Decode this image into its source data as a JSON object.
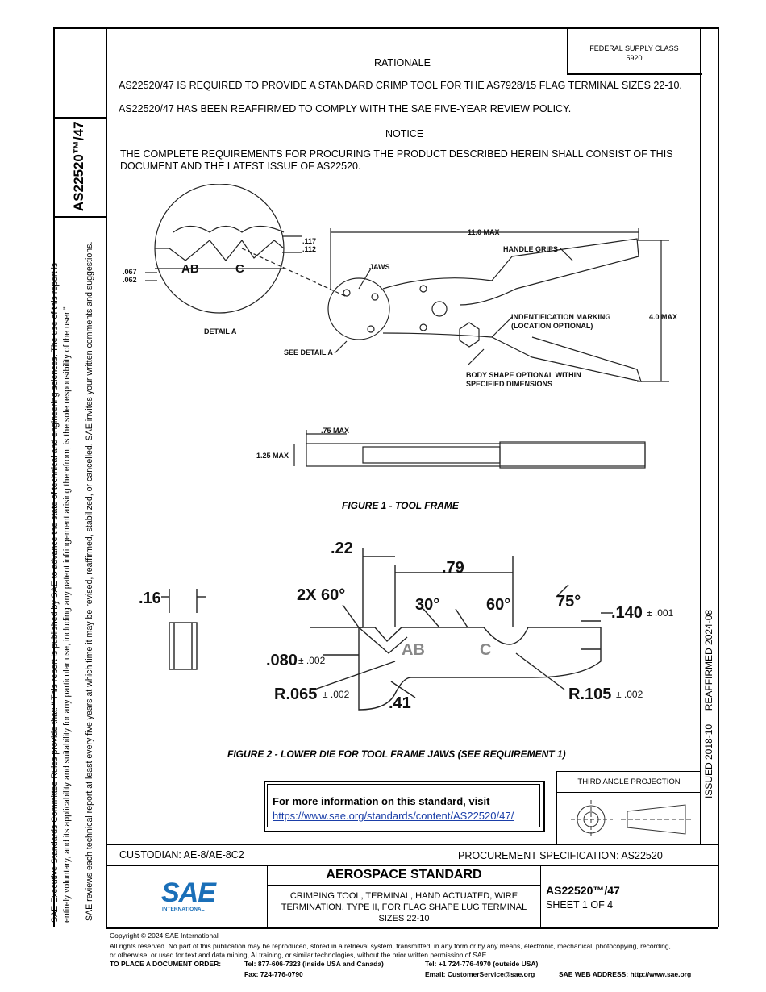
{
  "header": {
    "supply_class_label": "FEDERAL SUPPLY CLASS",
    "supply_class_value": "5920",
    "doc_id_vertical": "AS22520™/47"
  },
  "rationale": {
    "heading": "RATIONALE",
    "p1": "AS22520/47 IS REQUIRED TO PROVIDE A STANDARD CRIMP TOOL FOR THE AS7928/15 FLAG TERMINAL SIZES 22-10.",
    "p2": "AS22520/47 HAS BEEN REAFFIRMED TO COMPLY WITH THE SAE FIVE-YEAR REVIEW POLICY."
  },
  "notice": {
    "heading": "NOTICE",
    "line1": "THE COMPLETE REQUIREMENTS FOR PROCURING THE PRODUCT DESCRIBED HEREIN SHALL CONSIST OF THIS",
    "line2": "DOCUMENT AND THE LATEST ISSUE OF AS22520."
  },
  "figure1": {
    "caption": "FIGURE 1 - TOOL FRAME",
    "dim_117": ".117",
    "dim_112": ".112",
    "dim_067": ".067",
    "dim_062": ".062",
    "label_ab": "AB",
    "label_c": "C",
    "detail_a": "DETAIL A",
    "jaws": "JAWS",
    "see_detail": "SEE DETAIL A",
    "length": "11.0 MAX",
    "handle_grips": "HANDLE GRIPS",
    "ident_1": "INDENTIFICATION MARKING",
    "ident_2": "(LOCATION OPTIONAL)",
    "height": "4.0 MAX",
    "body_1": "BODY SHAPE OPTIONAL WITHIN",
    "body_2": "SPECIFIED DIMENSIONS",
    "thick_075": ".75 MAX",
    "thick_125": "1.25 MAX"
  },
  "figure2": {
    "caption": "FIGURE 2 - LOWER DIE FOR TOOL FRAME JAWS (SEE REQUIREMENT 1)",
    "d22": ".22",
    "d79": ".79",
    "d16": ".16",
    "a2x60": "2X 60°",
    "a30": "30°",
    "a60": "60°",
    "a75": "75°",
    "d140": ".140",
    "tol001": "± .001",
    "d080": ".080",
    "tol002": "± .002",
    "r065": "R.065",
    "r105": "R.105",
    "d41": ".41",
    "label_ab": "AB",
    "label_c": "C"
  },
  "info_box": {
    "title": "For more information on this standard, visit",
    "url": "https://www.sae.org/standards/content/AS22520/47/"
  },
  "projection": {
    "label": "THIRD ANGLE PROJECTION"
  },
  "side_status": "ISSUED 2018-10     REAFFIRMED 2024-08",
  "left_margin": {
    "line1": "SAE Executive Standards Committee Rules provide that: “  This report is published by SAE to advance the state of technical and engineering sciences. The use of this report is",
    "line2": "entirely voluntary, and its applicability and suitability for any particular use, including any patent infringement arising therefrom, is the sole responsibility of the user.”",
    "line3": "SAE reviews each technical report at least every five years at which time it may be revised, reaffirmed, stabilized, or cancelled. SAE invites your written comments and suggestions."
  },
  "title_block": {
    "custodian": "CUSTODIAN: AE-8/AE-8C2",
    "procurement": "PROCUREMENT SPECIFICATION: AS22520",
    "standard": "AEROSPACE STANDARD",
    "desc1": "CRIMPING TOOL, TERMINAL, HAND ACTUATED, WIRE",
    "desc2": "TERMINATION, TYPE II, FOR FLAG SHAPE LUG TERMINAL",
    "desc3": "SIZES 22-10",
    "doc_number": "AS22520™/47",
    "sheet": "SHEET 1 OF 4",
    "logo_text": "SAE",
    "logo_sub": "INTERNATIONAL"
  },
  "footer": {
    "copyright": "Copyright © 2024 SAE International",
    "rights1": "All rights reserved. No part of this publication may be reproduced, stored in a retrieval system, transmitted, in any form or by any means, electronic, mechanical, photocopying, recording,",
    "rights2": "or otherwise, or used for text and data mining, AI training, or similar technologies, without the prior written permission of SAE.",
    "order_label": "TO PLACE A DOCUMENT ORDER:",
    "tel_us": "Tel: 877-606-7323 (inside USA and Canada)",
    "tel_intl": "Tel: +1 724-776-4970 (outside USA)",
    "fax": "Fax: 724-776-0790",
    "email": "Email: CustomerService@sae.org",
    "web": "SAE WEB ADDRESS: http://www.sae.org"
  },
  "colors": {
    "logo_blue": "#1a6fb8",
    "link_blue": "#1a3ea8"
  }
}
